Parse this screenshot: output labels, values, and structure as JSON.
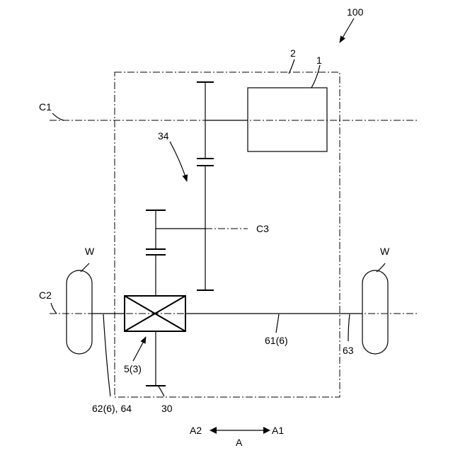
{
  "labels": {
    "figure_ref": "100",
    "case": "2",
    "motor": "1",
    "axis_c1": "C1",
    "axis_c2": "C2",
    "axis_c3": "C3",
    "gear_train": "34",
    "differential": "5(3)",
    "output_gear": "30",
    "right_shaft": "61(6)",
    "left_shaft": "62(6), 64",
    "seal": "63",
    "wheel_left": "W",
    "wheel_right": "W",
    "dir_left": "A2",
    "dir_right": "A1",
    "dir_axis": "A"
  },
  "icons": {
    "differential": "differential-box-icon",
    "direction": "double-arrow-icon"
  }
}
